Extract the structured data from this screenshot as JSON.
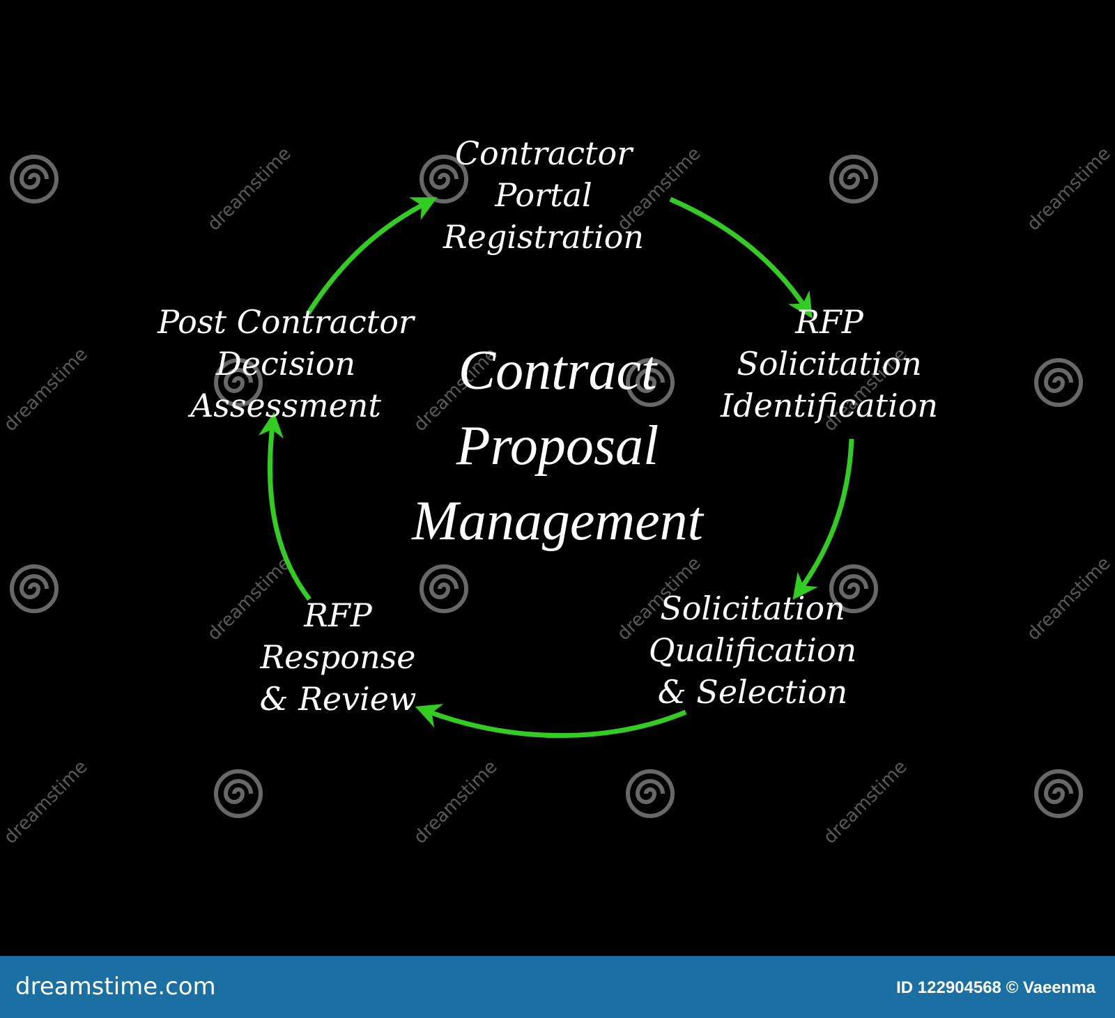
{
  "diagram": {
    "title_lines": [
      "Contract",
      "Proposal",
      "Management"
    ],
    "nodes": [
      {
        "lines": [
          "Contractor",
          "Portal",
          "Registration"
        ]
      },
      {
        "lines": [
          "RFP",
          "Solicitation",
          "Identification"
        ]
      },
      {
        "lines": [
          "Solicitation",
          "Qualification",
          "& Selection"
        ]
      },
      {
        "lines": [
          "RFP",
          "Response",
          "& Review"
        ]
      },
      {
        "lines": [
          "Post Contractor",
          "Decision",
          "Assessment"
        ]
      }
    ],
    "arrow_color": "#33cc22",
    "text_color": "#ffffff",
    "background_color": "#000000"
  },
  "watermark": {
    "text": "dreamstime",
    "icon": "spiral-logo-icon"
  },
  "footer": {
    "brand": "dreamstime.com",
    "id_text": "ID 122904568 © Vaeenma",
    "background_color": "#1a70a3"
  }
}
